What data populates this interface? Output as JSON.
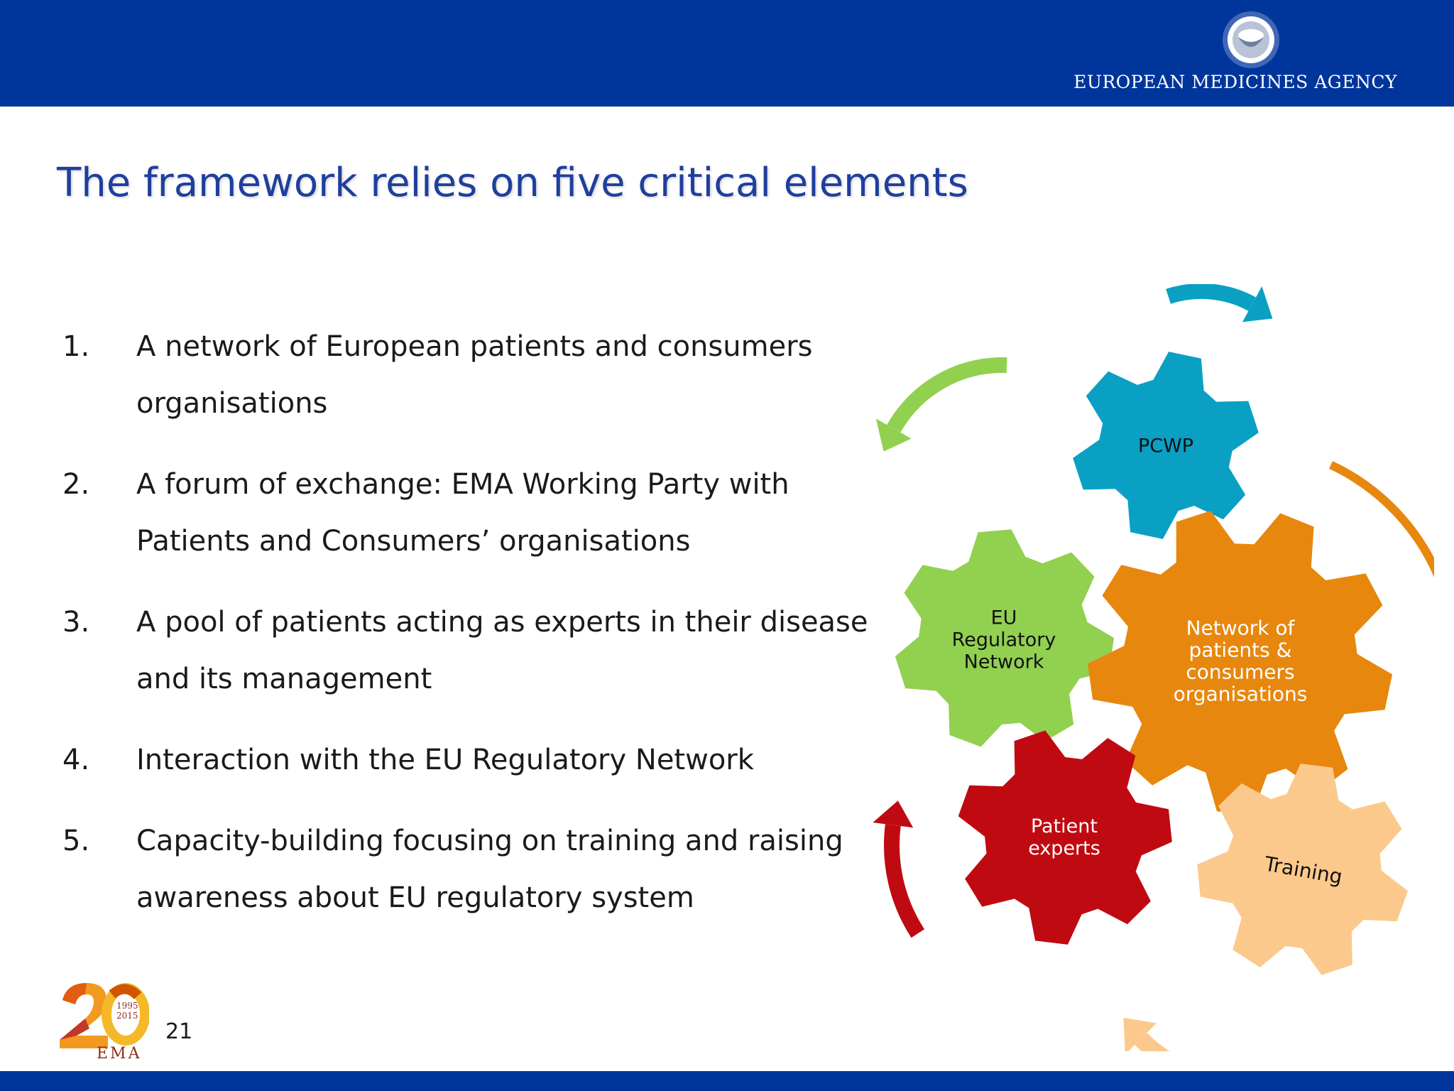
{
  "header": {
    "agency_name": "EUROPEAN MEDICINES AGENCY",
    "colors": {
      "bar": "#00359c",
      "title": "#1f3f9e"
    }
  },
  "slide": {
    "title": "The framework relies on five critical elements",
    "items": [
      {
        "num": "1.",
        "text": "A network of European patients and consumers\norganisations"
      },
      {
        "num": "2.",
        "text": "A forum of exchange: EMA Working Party with\nPatients and Consumers’ organisations"
      },
      {
        "num": "3.",
        "text": "A pool of patients acting as experts in their disease\nand its management"
      },
      {
        "num": "4.",
        "text": "Interaction with the EU Regulatory Network"
      },
      {
        "num": "5.",
        "text": "Capacity-building focusing on training and raising\nawareness about EU regulatory system"
      }
    ],
    "page_number": "21"
  },
  "diagram": {
    "gears": [
      {
        "id": "pcwp",
        "lines": [
          "PCWP"
        ],
        "color": "#0aa0c4",
        "text_color": "#111111"
      },
      {
        "id": "eu-regulatory-network",
        "lines": [
          "EU",
          "Regulatory",
          "Network"
        ],
        "color": "#92d050",
        "text_color": "#111111"
      },
      {
        "id": "network-of-patients",
        "lines": [
          "Network of",
          "patients &",
          "consumers",
          "organisations"
        ],
        "color": "#e8870e",
        "text_color": "#ffffff"
      },
      {
        "id": "patient-experts",
        "lines": [
          "Patient",
          "experts"
        ],
        "color": "#c00a12",
        "text_color": "#ffffff"
      },
      {
        "id": "training",
        "lines": [
          "Training"
        ],
        "color": "#fcc98c",
        "text_color": "#111111"
      }
    ],
    "arrows": [
      {
        "id": "arrow-top",
        "color": "#0aa0c4"
      },
      {
        "id": "arrow-left-green",
        "color": "#92d050"
      },
      {
        "id": "arrow-right-orange",
        "color": "#e8870e"
      },
      {
        "id": "arrow-left-red",
        "color": "#c00a12"
      },
      {
        "id": "arrow-bottom-peach",
        "color": "#fcc98c"
      }
    ]
  },
  "anniversary_logo": {
    "years": [
      "1995",
      "2015"
    ],
    "wordmark": "EMA"
  }
}
